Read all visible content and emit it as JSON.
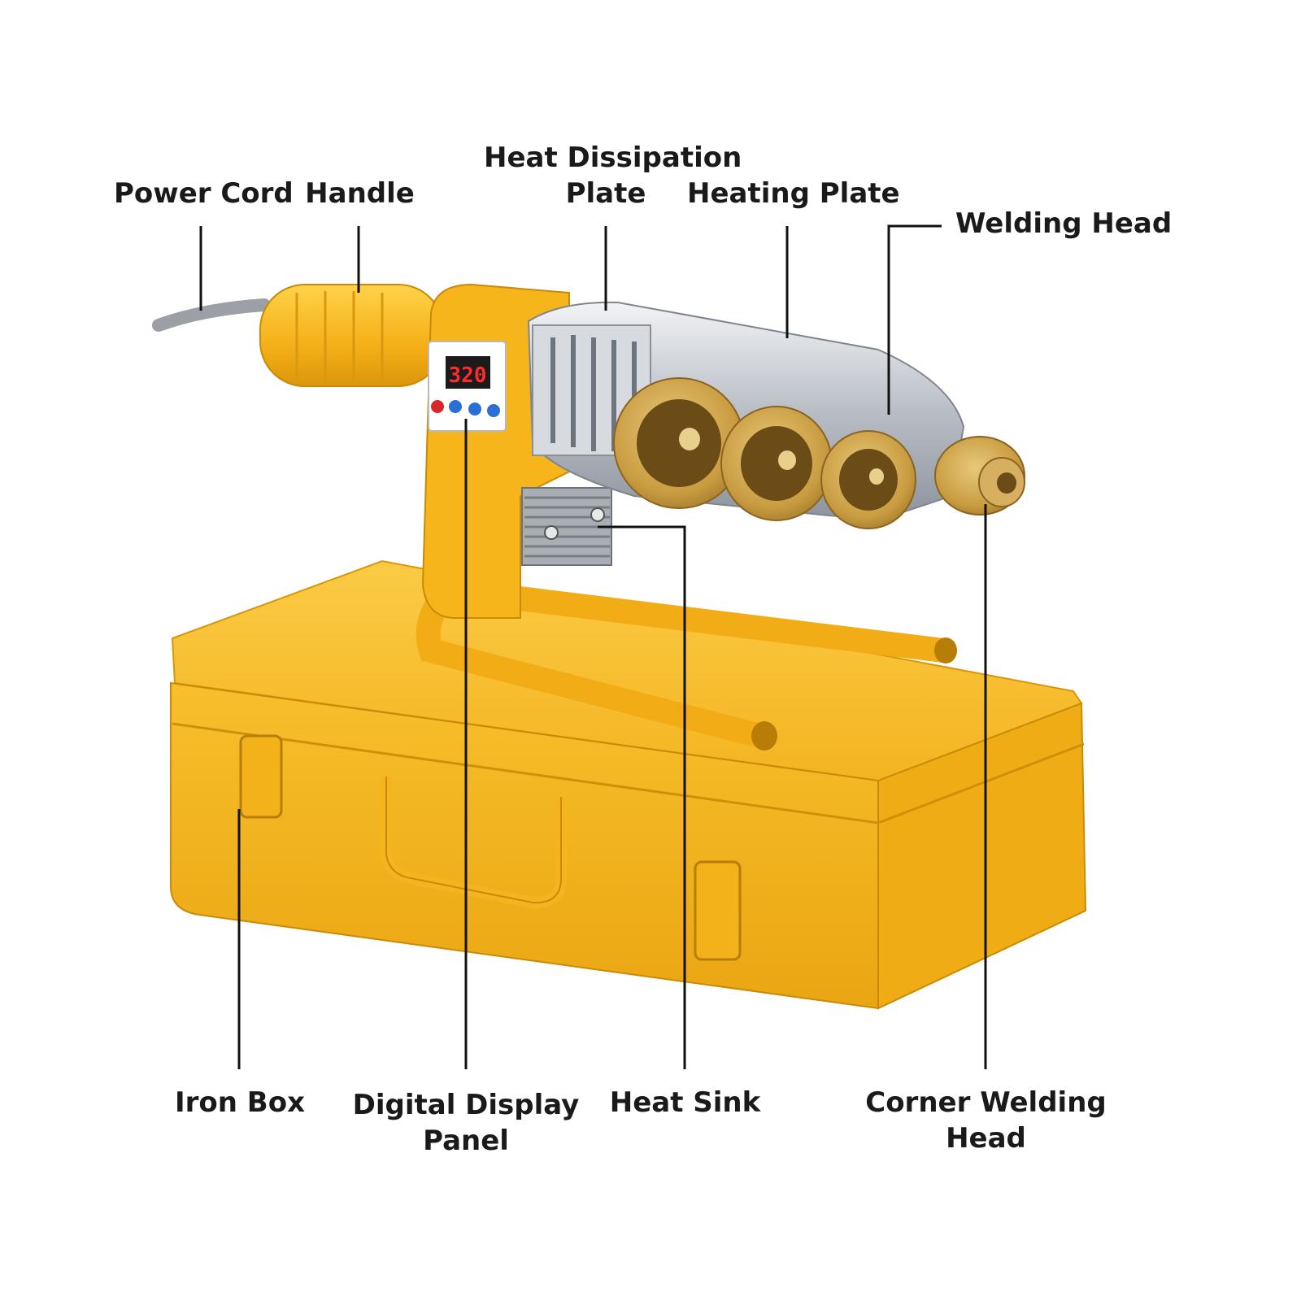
{
  "labels": {
    "power_cord": "Power Cord",
    "handle": "Handle",
    "heat_dissipation_plate_line1": "Heat Dissipation",
    "heat_dissipation_plate_line2": "Plate",
    "heating_plate": "Heating Plate",
    "welding_head": "Welding Head",
    "iron_box": "Iron Box",
    "digital_display_panel_line1": "Digital Display",
    "digital_display_panel_line2": "Panel",
    "heat_sink": "Heat Sink",
    "corner_welding_head_line1": "Corner Welding",
    "corner_welding_head_line2": "Head"
  },
  "display_reading": "320",
  "colors": {
    "body_yellow": "#f6b51a",
    "box_yellow": "#f7bb2a",
    "brass": "#c9a04a",
    "steel": "#c8ccd2",
    "display_red": "#ff2a2a",
    "button_blue": "#2a6fd6",
    "button_red": "#d8262c"
  }
}
